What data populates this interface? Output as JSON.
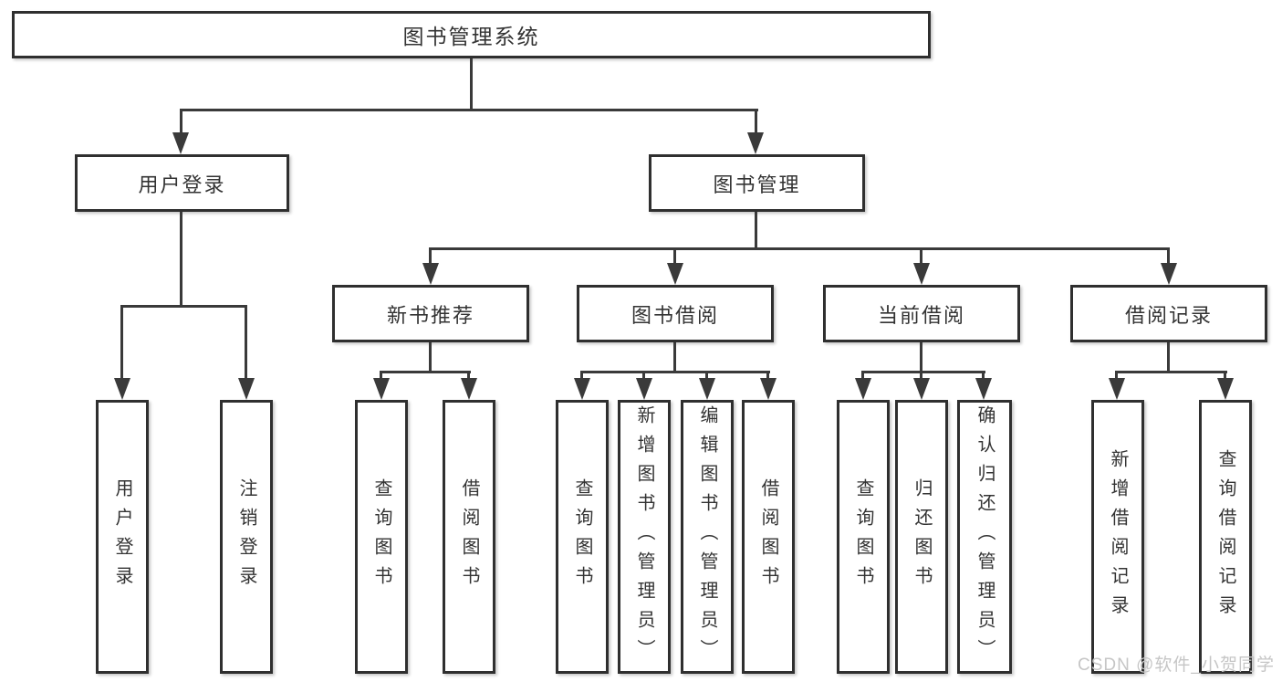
{
  "diagram": {
    "type": "hierarchy-tree",
    "root": {
      "label": "图书管理系统"
    },
    "level2": [
      {
        "id": "user-login",
        "label": "用户登录"
      },
      {
        "id": "book-management",
        "label": "图书管理"
      }
    ],
    "level3": [
      {
        "id": "new-book-recommend",
        "parent": "book-management",
        "label": "新书推荐"
      },
      {
        "id": "book-borrow",
        "parent": "book-management",
        "label": "图书借阅"
      },
      {
        "id": "current-borrow",
        "parent": "book-management",
        "label": "当前借阅"
      },
      {
        "id": "borrow-records",
        "parent": "book-management",
        "label": "借阅记录"
      }
    ],
    "leaves": {
      "user_login": [
        {
          "label": "用户登录"
        },
        {
          "label": "注销登录"
        }
      ],
      "new_book": [
        {
          "label": "查询图书"
        },
        {
          "label": "借阅图书"
        }
      ],
      "book_borrow": [
        {
          "label": "查询图书"
        },
        {
          "label": "新增图书（管理员）"
        },
        {
          "label": "编辑图书（管理员）"
        },
        {
          "label": "借阅图书"
        }
      ],
      "current_borrow": [
        {
          "label": "查询图书"
        },
        {
          "label": "归还图书"
        },
        {
          "label": "确认归还（管理员）"
        }
      ],
      "borrow_records": [
        {
          "label": "新增借阅记录"
        },
        {
          "label": "查询借阅记录"
        }
      ]
    }
  },
  "colors": {
    "background": "#ffffff",
    "box_border": "#2f2f2f",
    "line": "#3a3a3a",
    "text": "#333333",
    "watermark": "#c6c6c6"
  },
  "watermark": {
    "text": "CSDN @软件_小贺同学"
  }
}
